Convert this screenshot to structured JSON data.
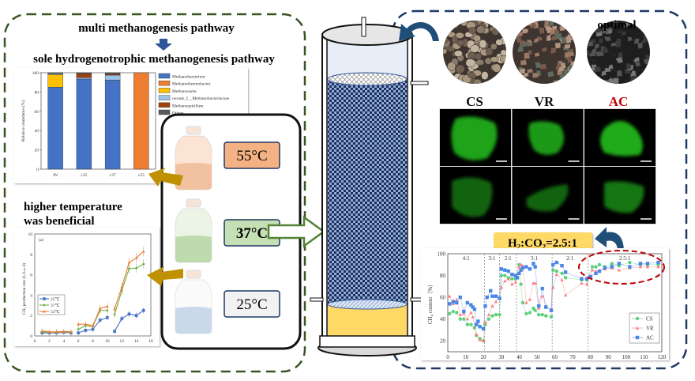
{
  "left_panel": {
    "title_top": "multi methanogenesis pathway",
    "title_bottom": "sole hydrogenotrophic methanogenesis pathway",
    "temperature_note_line1": "higher temperature",
    "temperature_note_line2": "was beneficial",
    "bottles": [
      {
        "label": "55°C",
        "color": "#f4b183",
        "liquid": "#f2c9ae"
      },
      {
        "label": "37°C",
        "color": "#c5e0b4",
        "liquid": "#b8d9a8"
      },
      {
        "label": "25°C",
        "color": "#f2f2f2",
        "liquid": "#b4cde6"
      }
    ]
  },
  "right_panel": {
    "carriers": [
      {
        "label": "CS",
        "color": "#111111"
      },
      {
        "label": "VR",
        "color": "#111111"
      },
      {
        "label": "AC",
        "color": "#c00000"
      }
    ],
    "optimal_label": "optimal",
    "ratio_callout": "H₂:CO₂=2.5:1"
  },
  "colors": {
    "left_border": "#375623",
    "right_border": "#1f3864",
    "gold_arrow": "#bf9000",
    "callout_bg": "#ffd966",
    "reactor_fill": "#2f4f8f",
    "liquid": "#ffd966"
  },
  "chart_data": [
    {
      "type": "bar",
      "stacked": true,
      "title": "",
      "xlabel": "",
      "ylabel": "Relative abundance (%)",
      "ylim": [
        0,
        100
      ],
      "yticks": [
        "0",
        "20",
        "40",
        "60",
        "80",
        "100"
      ],
      "categories": [
        "IN",
        "c25",
        "c37",
        "c55"
      ],
      "series": [
        {
          "name": "Methanobacterium",
          "color": "#4472c4",
          "values": [
            85,
            93.5,
            92.5,
            0
          ]
        },
        {
          "name": "Methanothermobacter",
          "color": "#ed7d31",
          "values": [
            0,
            0,
            0,
            100
          ]
        },
        {
          "name": "Methanosaeta",
          "color": "#ffc000",
          "values": [
            13,
            0,
            0,
            0
          ]
        },
        {
          "name": "norank_f__Methanobacteriaceae",
          "color": "#9dc3e6",
          "values": [
            1,
            1.5,
            5,
            0
          ]
        },
        {
          "name": "Methanospirillum",
          "color": "#a0410d",
          "values": [
            0,
            4,
            1,
            0
          ]
        },
        {
          "name": "Others",
          "color": "#595959",
          "values": [
            1,
            1,
            1.5,
            0
          ]
        }
      ],
      "legend": "right"
    },
    {
      "type": "line",
      "panel_label": "(a)",
      "xlabel": "",
      "ylabel": "CH₄ production rate (L/Lₘ·d)",
      "xlim": [
        0,
        16
      ],
      "ylim": [
        0,
        10
      ],
      "xticks": [
        "0",
        "2",
        "4",
        "6",
        "8",
        "10",
        "12",
        "14",
        "16"
      ],
      "yticks": [
        "0",
        "2",
        "4",
        "6",
        "8",
        "10"
      ],
      "legend": "left-middle",
      "series": [
        {
          "name": "25℃",
          "color": "#4472c4",
          "marker": "square",
          "segments": [
            [
              [
                1,
                0.3
              ],
              [
                2,
                0.3
              ],
              [
                3,
                0.3
              ],
              [
                4,
                0.35
              ],
              [
                5,
                0.3
              ]
            ],
            [
              [
                6,
                0.3
              ],
              [
                7,
                0.55
              ],
              [
                8,
                0.65
              ],
              [
                9,
                1.55
              ],
              [
                10,
                1.8
              ]
            ],
            [
              [
                11,
                0.45
              ],
              [
                12,
                1.7
              ],
              [
                13,
                2.15
              ],
              [
                14,
                2.0
              ],
              [
                15,
                2.5
              ]
            ]
          ]
        },
        {
          "name": "37℃",
          "color": "#70ad47",
          "marker": "diamond",
          "segments": [
            [
              [
                1,
                0.4
              ],
              [
                2,
                0.35
              ],
              [
                3,
                0.35
              ],
              [
                4,
                0.4
              ],
              [
                5,
                0.35
              ]
            ],
            [
              [
                6,
                0.65
              ],
              [
                7,
                1.0
              ],
              [
                8,
                0.95
              ],
              [
                9,
                2.5
              ],
              [
                10,
                2.5
              ]
            ],
            [
              [
                11,
                2.1
              ],
              [
                12,
                4.45
              ],
              [
                13,
                6.6
              ],
              [
                14,
                6.65
              ],
              [
                15,
                7.05
              ]
            ]
          ]
        },
        {
          "name": "55℃",
          "color": "#ed7d31",
          "marker": "triangle",
          "segments": [
            [
              [
                1,
                0.5
              ],
              [
                2,
                0.4
              ],
              [
                3,
                0.4
              ],
              [
                4,
                0.45
              ],
              [
                5,
                0.4
              ]
            ],
            [
              [
                6,
                1.15
              ],
              [
                7,
                1.15
              ],
              [
                8,
                1.0
              ],
              [
                9,
                2.7
              ],
              [
                10,
                2.9
              ]
            ],
            [
              [
                11,
                2.65
              ],
              [
                12,
                4.8
              ],
              [
                13,
                7.2
              ],
              [
                14,
                7.65
              ],
              [
                15,
                8.3
              ]
            ]
          ]
        }
      ]
    },
    {
      "type": "line",
      "xlabel": "",
      "ylabel": "CH₄ content（%）",
      "xlim": [
        0,
        120
      ],
      "ylim": [
        10,
        100
      ],
      "xticks": [
        "0",
        "10",
        "20",
        "30",
        "40",
        "50",
        "60",
        "70",
        "80",
        "90",
        "100",
        "110",
        "120"
      ],
      "yticks": [
        "20",
        "40",
        "60",
        "80",
        "100"
      ],
      "legend": "bottom-right",
      "phases": [
        {
          "label": "4:1",
          "start": 0,
          "end": 20.5
        },
        {
          "label": "3:1",
          "start": 20.5,
          "end": 29
        },
        {
          "label": "2:1",
          "start": 29,
          "end": 38.5
        },
        {
          "label": "3:1",
          "start": 38.5,
          "end": 58.5
        },
        {
          "label": "2:1",
          "start": 58.5,
          "end": 78.5
        },
        {
          "label": "2.5:1",
          "start": 78.5,
          "end": 120
        }
      ],
      "series": [
        {
          "name": "CS",
          "color": "#5dd07a",
          "marker": "circle",
          "points": [
            [
              1,
              45
            ],
            [
              3,
              47
            ],
            [
              5,
              46
            ],
            [
              7,
              40
            ],
            [
              9,
              40
            ],
            [
              11,
              35
            ],
            [
              13,
              35
            ],
            [
              15,
              32
            ],
            [
              16,
              25
            ],
            [
              18,
              22
            ],
            [
              20,
              20
            ],
            [
              21,
              35
            ],
            [
              23,
              40
            ],
            [
              25,
              43
            ],
            [
              27,
              44
            ],
            [
              29,
              44
            ],
            [
              30,
              80
            ],
            [
              32,
              80
            ],
            [
              34,
              78
            ],
            [
              36,
              77
            ],
            [
              38,
              77
            ],
            [
              40,
              90
            ],
            [
              41,
              72
            ],
            [
              42,
              55
            ],
            [
              44,
              45
            ],
            [
              46,
              46
            ],
            [
              48,
              50
            ],
            [
              49,
              48
            ],
            [
              51,
              44
            ],
            [
              53,
              44
            ],
            [
              55,
              43
            ],
            [
              58,
              42
            ],
            [
              59,
              85
            ],
            [
              61,
              84
            ],
            [
              64,
              82
            ],
            [
              66,
              78
            ],
            [
              75,
              76
            ],
            [
              78,
              76
            ],
            [
              81,
              88
            ],
            [
              83,
              88
            ],
            [
              85,
              90
            ],
            [
              88,
              88
            ],
            [
              92,
              91
            ],
            [
              96,
              89
            ],
            [
              102,
              92
            ],
            [
              108,
              90
            ],
            [
              112,
              90
            ],
            [
              118,
              90
            ]
          ]
        },
        {
          "name": "VR",
          "color": "#ff7c80",
          "marker": "triangle",
          "points": [
            [
              1,
              61
            ],
            [
              3,
              54
            ],
            [
              5,
              58
            ],
            [
              7,
              44
            ],
            [
              9,
              45
            ],
            [
              11,
              40
            ],
            [
              13,
              46
            ],
            [
              14,
              42
            ],
            [
              16,
              26
            ],
            [
              18,
              21
            ],
            [
              20,
              20
            ],
            [
              21,
              37
            ],
            [
              23,
              44
            ],
            [
              25,
              52
            ],
            [
              27,
              56
            ],
            [
              29,
              60
            ],
            [
              30,
              69
            ],
            [
              32,
              75
            ],
            [
              34,
              77
            ],
            [
              36,
              72
            ],
            [
              38,
              74
            ],
            [
              40,
              88
            ],
            [
              41,
              90
            ],
            [
              42,
              89
            ],
            [
              44,
              55
            ],
            [
              46,
              58
            ],
            [
              48,
              73
            ],
            [
              49,
              73
            ],
            [
              51,
              50
            ],
            [
              53,
              61
            ],
            [
              55,
              52
            ],
            [
              58,
              49
            ],
            [
              59,
              69
            ],
            [
              61,
              81
            ],
            [
              64,
              76
            ],
            [
              66,
              62
            ],
            [
              75,
              73
            ],
            [
              78,
              72
            ],
            [
              81,
              85
            ],
            [
              83,
              84
            ],
            [
              88,
              86
            ],
            [
              92,
              87
            ],
            [
              96,
              85
            ],
            [
              102,
              87
            ],
            [
              108,
              88
            ],
            [
              112,
              88
            ],
            [
              118,
              88
            ]
          ]
        },
        {
          "name": "AC",
          "color": "#4a86e8",
          "marker": "square",
          "points": [
            [
              1,
              54
            ],
            [
              3,
              56
            ],
            [
              5,
              55
            ],
            [
              7,
              60
            ],
            [
              9,
              47
            ],
            [
              11,
              55
            ],
            [
              13,
              53
            ],
            [
              14,
              51
            ],
            [
              15,
              49
            ],
            [
              16,
              35
            ],
            [
              17,
              38
            ],
            [
              18,
              33
            ],
            [
              20,
              31
            ],
            [
              21,
              52
            ],
            [
              22,
              60
            ],
            [
              24,
              66
            ],
            [
              25,
              61
            ],
            [
              27,
              61
            ],
            [
              29,
              59
            ],
            [
              30,
              86
            ],
            [
              32,
              85
            ],
            [
              34,
              84
            ],
            [
              36,
              81
            ],
            [
              38,
              80
            ],
            [
              39,
              78
            ],
            [
              40,
              82
            ],
            [
              41,
              85
            ],
            [
              42,
              87
            ],
            [
              44,
              88
            ],
            [
              46,
              86
            ],
            [
              48,
              91
            ],
            [
              49,
              88
            ],
            [
              51,
              52
            ],
            [
              53,
              68
            ],
            [
              55,
              51
            ],
            [
              58,
              48
            ],
            [
              59,
              90
            ],
            [
              61,
              92
            ],
            [
              64,
              89
            ],
            [
              66,
              83
            ],
            [
              75,
              77
            ],
            [
              78,
              77
            ],
            [
              80,
              79
            ],
            [
              83,
              82
            ],
            [
              85,
              84
            ],
            [
              88,
              87
            ],
            [
              92,
              88
            ],
            [
              96,
              91
            ],
            [
              102,
              88
            ],
            [
              108,
              91
            ],
            [
              112,
              91
            ],
            [
              118,
              92
            ]
          ]
        }
      ]
    }
  ]
}
